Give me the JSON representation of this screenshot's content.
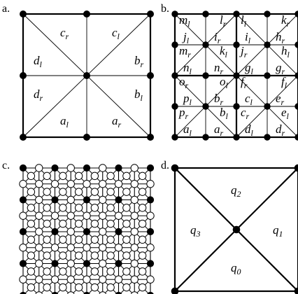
{
  "panels": {
    "a": {
      "label": "a.",
      "triangles": [
        {
          "id": "c_r",
          "base": "c",
          "sub": "r"
        },
        {
          "id": "c_l",
          "base": "c",
          "sub": "l"
        },
        {
          "id": "d_l",
          "base": "d",
          "sub": "l"
        },
        {
          "id": "b_r",
          "base": "b",
          "sub": "r"
        },
        {
          "id": "d_r",
          "base": "d",
          "sub": "r"
        },
        {
          "id": "b_l",
          "base": "b",
          "sub": "l"
        },
        {
          "id": "a_l",
          "base": "a",
          "sub": "l"
        },
        {
          "id": "a_r",
          "base": "a",
          "sub": "r"
        }
      ]
    },
    "b": {
      "label": "b.",
      "triangles": [
        {
          "id": "m_l",
          "base": "m",
          "sub": "l"
        },
        {
          "id": "l_r",
          "base": "l",
          "sub": "r"
        },
        {
          "id": "l_l",
          "base": "l",
          "sub": "l"
        },
        {
          "id": "k_r",
          "base": "k",
          "sub": "r"
        },
        {
          "id": "j_l",
          "base": "j",
          "sub": "l"
        },
        {
          "id": "i_r",
          "base": "i",
          "sub": "r"
        },
        {
          "id": "i_l",
          "base": "i",
          "sub": "l"
        },
        {
          "id": "h_r",
          "base": "h",
          "sub": "r"
        },
        {
          "id": "m_r",
          "base": "m",
          "sub": "r"
        },
        {
          "id": "k_l",
          "base": "k",
          "sub": "l"
        },
        {
          "id": "j_r",
          "base": "j",
          "sub": "r"
        },
        {
          "id": "h_l",
          "base": "h",
          "sub": "l"
        },
        {
          "id": "n_l",
          "base": "n",
          "sub": "l"
        },
        {
          "id": "n_r",
          "base": "n",
          "sub": "r"
        },
        {
          "id": "g_l",
          "base": "g",
          "sub": "l"
        },
        {
          "id": "g_r",
          "base": "g",
          "sub": "r"
        },
        {
          "id": "o_r",
          "base": "o",
          "sub": "r"
        },
        {
          "id": "o_l",
          "base": "o",
          "sub": "l"
        },
        {
          "id": "f_r",
          "base": "f",
          "sub": "r"
        },
        {
          "id": "f_l",
          "base": "f",
          "sub": "l"
        },
        {
          "id": "p_l",
          "base": "p",
          "sub": "l"
        },
        {
          "id": "b_r",
          "base": "b",
          "sub": "r"
        },
        {
          "id": "c_l",
          "base": "c",
          "sub": "l"
        },
        {
          "id": "e_r",
          "base": "e",
          "sub": "r"
        },
        {
          "id": "p_r",
          "base": "p",
          "sub": "r"
        },
        {
          "id": "b_l",
          "base": "b",
          "sub": "l"
        },
        {
          "id": "c_r",
          "base": "c",
          "sub": "r"
        },
        {
          "id": "e_l",
          "base": "e",
          "sub": "l"
        },
        {
          "id": "a_l",
          "base": "a",
          "sub": "l"
        },
        {
          "id": "a_r",
          "base": "a",
          "sub": "r"
        },
        {
          "id": "d_l",
          "base": "d",
          "sub": "l"
        },
        {
          "id": "d_r",
          "base": "d",
          "sub": "r"
        }
      ]
    },
    "c": {
      "label": "c.",
      "grid_divisions": 8,
      "node_fill_filled": "#000000",
      "node_fill_open": "#ffffff"
    },
    "d": {
      "label": "d.",
      "regions": [
        {
          "id": "q2",
          "base": "q",
          "sub": "2"
        },
        {
          "id": "q3",
          "base": "q",
          "sub": "3"
        },
        {
          "id": "q1",
          "base": "q",
          "sub": "1"
        },
        {
          "id": "q0",
          "base": "q",
          "sub": "0"
        }
      ]
    }
  }
}
